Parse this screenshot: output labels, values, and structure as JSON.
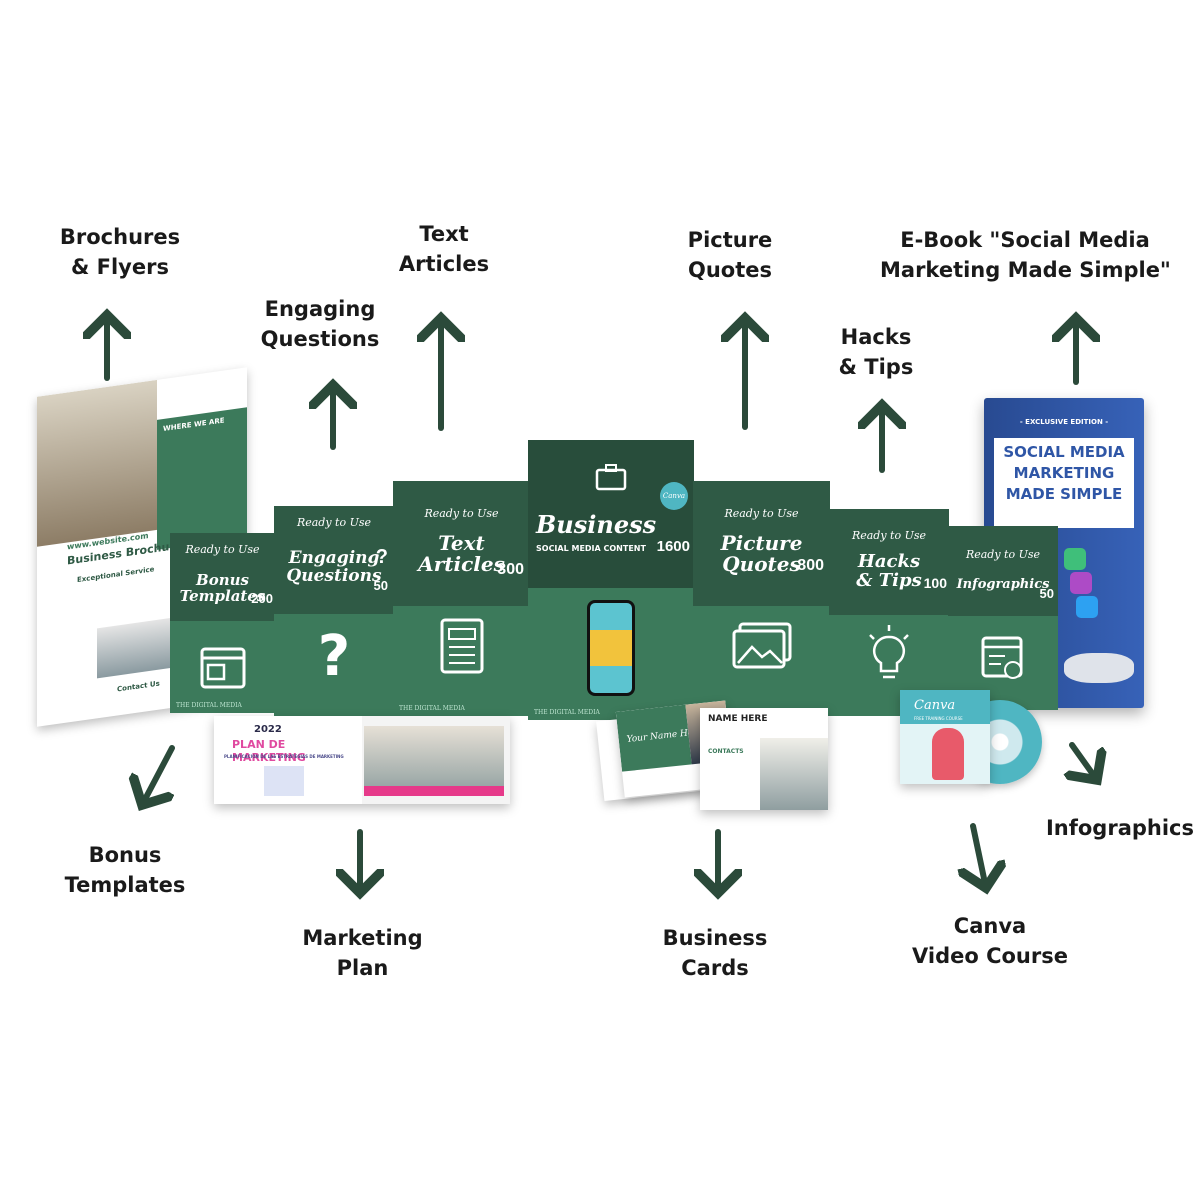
{
  "labels": {
    "brochures": [
      "Brochures",
      "& Flyers"
    ],
    "engaging": [
      "Engaging",
      "Questions"
    ],
    "text_articles": [
      "Text",
      "Articles"
    ],
    "picture_quotes": [
      "Picture",
      "Quotes"
    ],
    "hacks": [
      "Hacks",
      "& Tips"
    ],
    "ebook": [
      "E-Book \"Social Media",
      "Marketing Made Simple\""
    ],
    "bonus": [
      "Bonus",
      "Templates"
    ],
    "marketing": [
      "Marketing",
      "Plan"
    ],
    "business_cards": [
      "Business",
      "Cards"
    ],
    "canva": [
      "Canva",
      "Video Course"
    ],
    "infographics": [
      "Infographics"
    ]
  },
  "boxes": {
    "ready_to_use": "Ready to Use",
    "bonus": {
      "title1": "Bonus",
      "title2": "Templates",
      "count": "200"
    },
    "engaging": {
      "title1": "Engaging",
      "title2": "Questions",
      "count": "50"
    },
    "text": {
      "title1": "Text",
      "title2": "Articles",
      "count": "300"
    },
    "business": {
      "title": "Business",
      "subtitle": "SOCIAL MEDIA CONTENT",
      "count": "1600",
      "badge": "Canva"
    },
    "picture": {
      "title1": "Picture",
      "title2": "Quotes",
      "count": "800"
    },
    "hacks": {
      "title1": "Hacks",
      "title2": "& Tips",
      "count": "100"
    },
    "infographics": {
      "title1": "Infographics",
      "count": "50"
    },
    "brand": "THE DIGITAL MEDIA"
  },
  "brochure": {
    "where": "WHERE WE ARE",
    "website": "www.website.com",
    "title": "Business Brochure",
    "service": "Exceptional Service",
    "contact": "Contact Us"
  },
  "ebook": {
    "edition": "- EXCLUSIVE EDITION -",
    "title": [
      "SOCIAL MEDIA",
      "MARKETING",
      "MADE SIMPLE"
    ]
  },
  "plan": {
    "year": "2022",
    "title": "PLAN DE MARKETING",
    "sub": "PLANIFICACIÓN DE LAS ESTRATEGIAS DE MARKETING"
  },
  "cards": {
    "name": "Your Name Here",
    "name2": "NAME HERE",
    "contacts": "CONTACTS"
  },
  "course": {
    "title": "Canva",
    "sub": "FREE TRAINING COURSE"
  },
  "colors": {
    "box_front": "#3c7a5b",
    "box_top": "#2f5a45",
    "arrow": "#2b4a3a",
    "ebook": "#2f56a6",
    "teal": "#4fb6c2"
  }
}
